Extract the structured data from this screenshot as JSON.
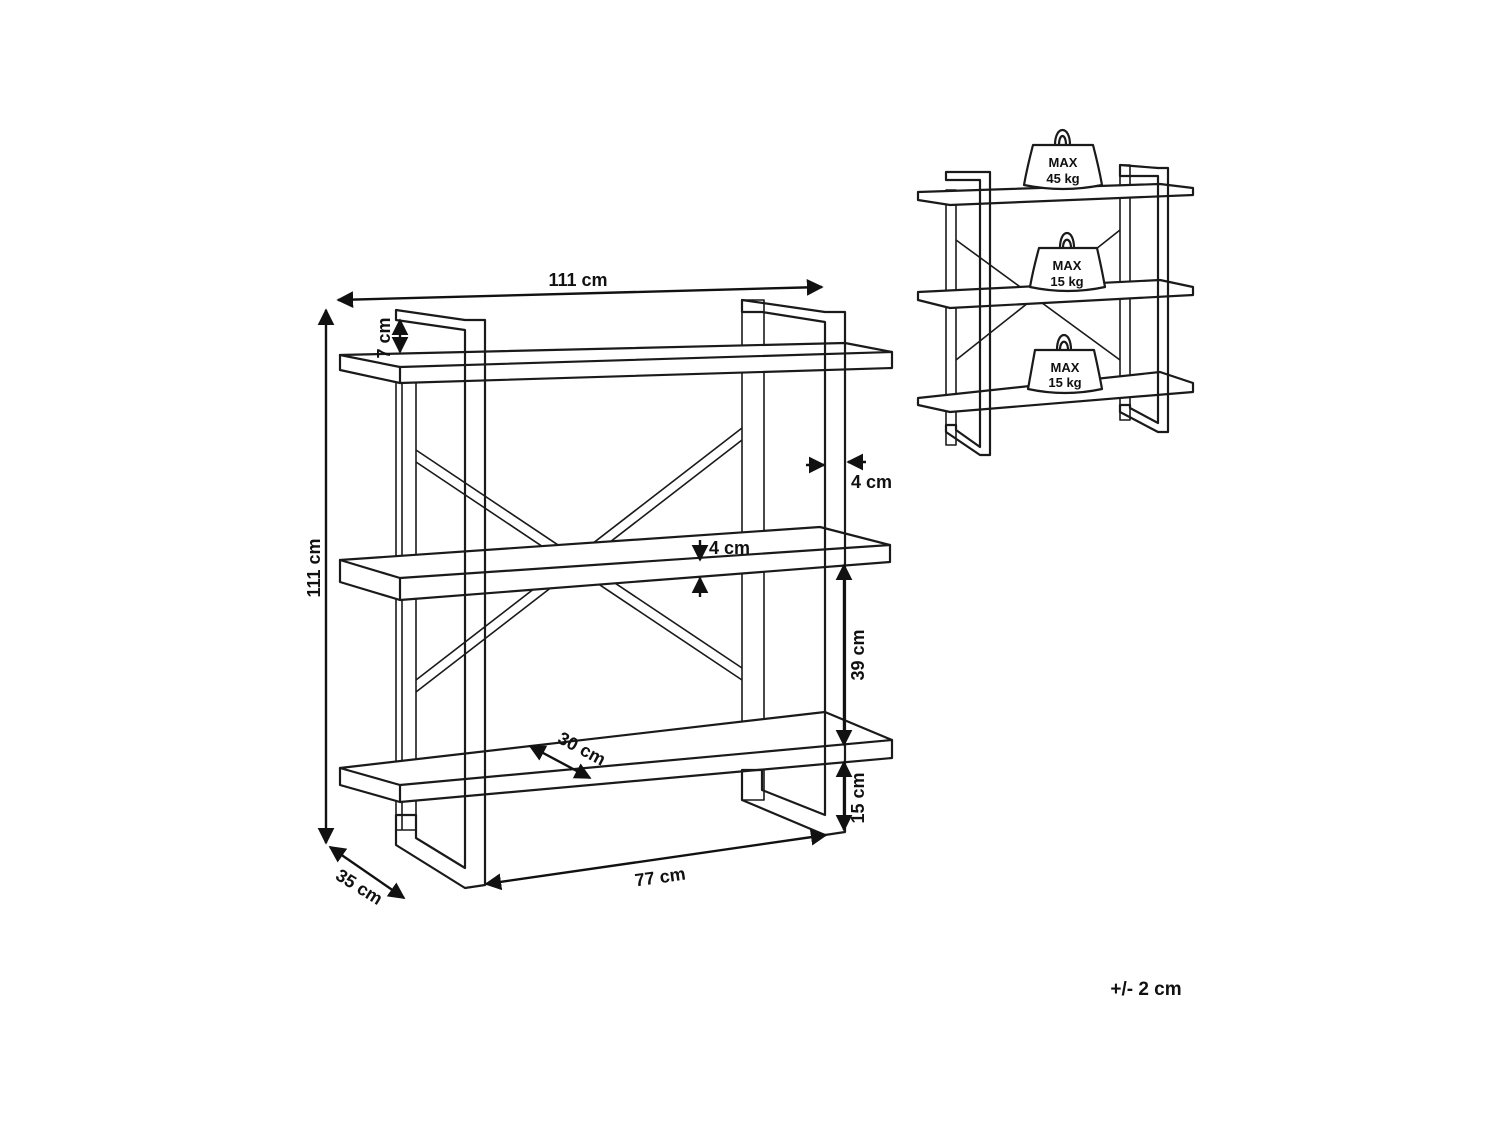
{
  "dimensions": {
    "width_top": "111 cm",
    "height_total": "111 cm",
    "top_offset": "7 cm",
    "frame_thickness": "4 cm",
    "shelf_thickness": "4 cm",
    "shelf_spacing": "39 cm",
    "shelf_depth": "30 cm",
    "bottom_clearance": "15 cm",
    "inner_width": "77 cm",
    "total_depth": "35 cm"
  },
  "load_limits": [
    {
      "max_label": "MAX",
      "weight": "45 kg"
    },
    {
      "max_label": "MAX",
      "weight": "15 kg"
    },
    {
      "max_label": "MAX",
      "weight": "15 kg"
    }
  ],
  "tolerance": "+/- 2 cm",
  "colors": {
    "line": "#1a1a1a",
    "background": "#ffffff"
  }
}
